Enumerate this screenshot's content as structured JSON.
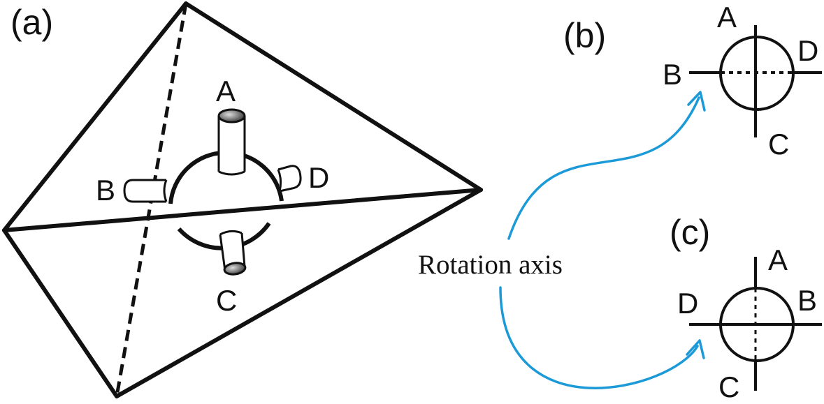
{
  "panels": {
    "a": {
      "label": "(a)",
      "arms": {
        "A": "A",
        "B": "B",
        "C": "C",
        "D": "D"
      }
    },
    "b": {
      "label": "(b)",
      "arms": {
        "A": "A",
        "B": "B",
        "C": "C",
        "D": "D"
      }
    },
    "c": {
      "label": "(c)",
      "arms": {
        "A": "A",
        "B": "B",
        "C": "C",
        "D": "D"
      }
    }
  },
  "rotation_axis_label": "Rotation axis",
  "colors": {
    "line": "#111111",
    "arrow": "#1b9ad7",
    "cylinder_cap": "#555555"
  }
}
